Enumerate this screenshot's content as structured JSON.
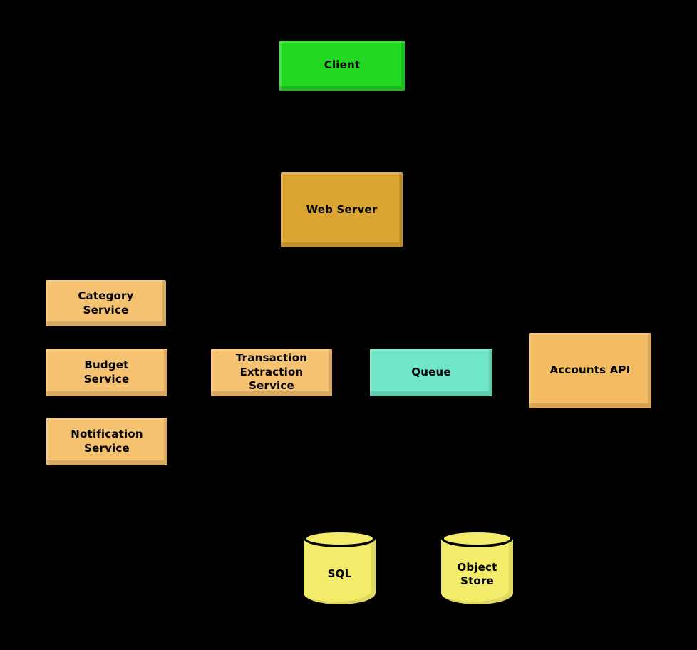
{
  "diagram": {
    "background_color": "#000000",
    "text_color": "#000000",
    "nodes": {
      "client": {
        "label": "Client",
        "shape": "rectangle",
        "color": "#22d822"
      },
      "web_server": {
        "label": "Web Server",
        "shape": "rectangle",
        "color": "#dba531"
      },
      "category_service": {
        "label": "Category\nService",
        "shape": "rectangle",
        "color": "#f4c271"
      },
      "budget_service": {
        "label": "Budget\nService",
        "shape": "rectangle",
        "color": "#f4c271"
      },
      "notification_service": {
        "label": "Notification\nService",
        "shape": "rectangle",
        "color": "#f4c271"
      },
      "transaction_extraction_service": {
        "label": "Transaction\nExtraction\nService",
        "shape": "rectangle",
        "color": "#f4c271"
      },
      "queue": {
        "label": "Queue",
        "shape": "rectangle",
        "color": "#70e6c8"
      },
      "accounts_api": {
        "label": "Accounts API",
        "shape": "rectangle",
        "color": "#f3bc63"
      },
      "sql": {
        "label": "SQL",
        "shape": "cylinder",
        "color": "#f2ec6a"
      },
      "object_store": {
        "label": "Object\nStore",
        "shape": "cylinder",
        "color": "#f2ec6a"
      }
    }
  }
}
